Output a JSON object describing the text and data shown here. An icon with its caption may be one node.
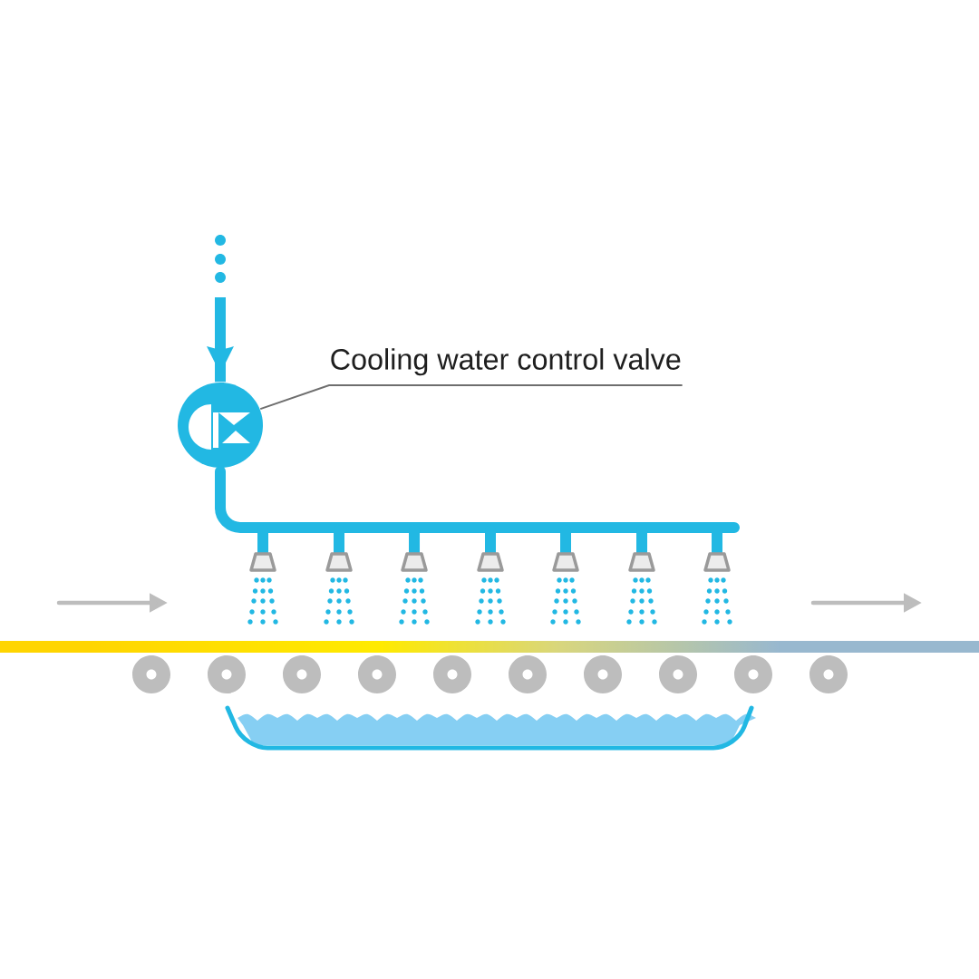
{
  "diagram": {
    "nodes": [
      {
        "text": [
          "Cooling water control valve"
        ]
      },
      {
        "text": [],
        "shape": "circle"
      }
    ],
    "edges": [
      {
        "from": 0,
        "to": 1,
        "arrow": "none"
      },
      {
        "from": null,
        "to": 1,
        "arrow": "to",
        "style": "thick",
        "color": "#22b8e3"
      }
    ]
  }
}
